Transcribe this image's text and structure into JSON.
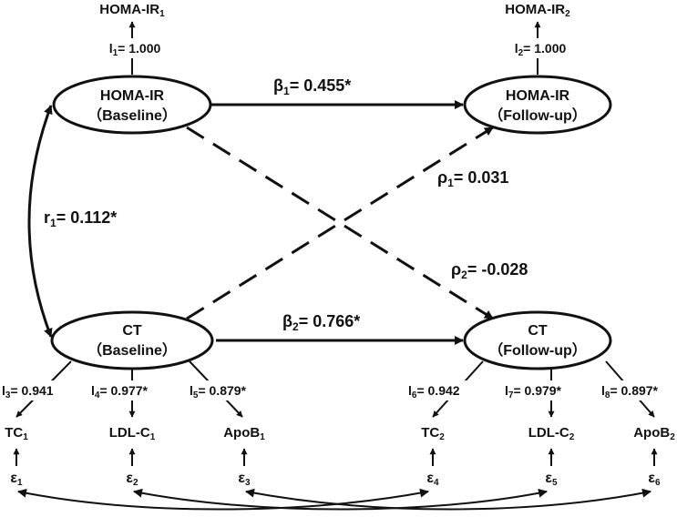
{
  "nodes": {
    "homa_baseline": {
      "line1": "HOMA-IR",
      "line2": "（Baseline）"
    },
    "homa_followup": {
      "line1": "HOMA-IR",
      "line2": "（Follow-up）"
    },
    "ct_baseline": {
      "line1": "CT",
      "line2": "（Baseline）"
    },
    "ct_followup": {
      "line1": "CT",
      "line2": "（Follow-up）"
    }
  },
  "indicators": {
    "homa1": {
      "base": "HOMA-IR",
      "sub": "1"
    },
    "homa2": {
      "base": "HOMA-IR",
      "sub": "2"
    },
    "tc1": {
      "base": "TC",
      "sub": "1"
    },
    "ldl1": {
      "base": "LDL-C",
      "sub": "1"
    },
    "apob1": {
      "base": "ApoB",
      "sub": "1"
    },
    "tc2": {
      "base": "TC",
      "sub": "2"
    },
    "ldl2": {
      "base": "LDL-C",
      "sub": "2"
    },
    "apob2": {
      "base": "ApoB",
      "sub": "2"
    }
  },
  "loadings": {
    "l1": {
      "sym": "l",
      "sub": "1",
      "val": "= 1.000"
    },
    "l2": {
      "sym": "l",
      "sub": "2",
      "val": "= 1.000"
    },
    "l3": {
      "sym": "l",
      "sub": "3",
      "val": "= 0.941"
    },
    "l4": {
      "sym": "l",
      "sub": "4",
      "val": "= 0.977*"
    },
    "l5": {
      "sym": "l",
      "sub": "5",
      "val": "= 0.879*"
    },
    "l6": {
      "sym": "l",
      "sub": "6",
      "val": "= 0.942"
    },
    "l7": {
      "sym": "l",
      "sub": "7",
      "val": "= 0.979*"
    },
    "l8": {
      "sym": "l",
      "sub": "8",
      "val": "= 0.897*"
    }
  },
  "paths": {
    "beta1": {
      "sym": "β",
      "sub": "1",
      "val": "= 0.455*"
    },
    "beta2": {
      "sym": "β",
      "sub": "2",
      "val": "= 0.766*"
    },
    "rho1": {
      "sym": "ρ",
      "sub": "1",
      "val": "= 0.031"
    },
    "rho2": {
      "sym": "ρ",
      "sub": "2",
      "val": "= -0.028"
    },
    "r1": {
      "sym": "r",
      "sub": "1",
      "val": "= 0.112*"
    }
  },
  "errors": [
    {
      "sym": "ε",
      "sub": "1"
    },
    {
      "sym": "ε",
      "sub": "2"
    },
    {
      "sym": "ε",
      "sub": "3"
    },
    {
      "sym": "ε",
      "sub": "4"
    },
    {
      "sym": "ε",
      "sub": "5"
    },
    {
      "sym": "ε",
      "sub": "6"
    }
  ]
}
